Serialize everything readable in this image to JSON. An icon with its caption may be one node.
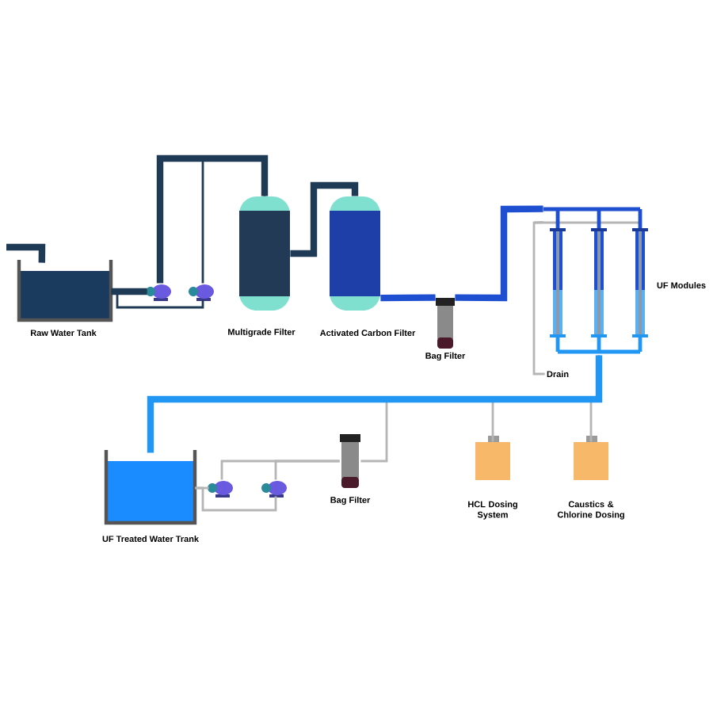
{
  "diagram": {
    "nodes": [
      {
        "text": [
          "Raw Water Tank"
        ]
      },
      {
        "text": [],
        "shape": "pump"
      },
      {
        "text": [],
        "shape": "pump"
      },
      {
        "text": [
          "Multigrade Filter"
        ]
      },
      {
        "text": [
          "Activated Carbon Filter"
        ]
      },
      {
        "text": [
          "Bag Filter"
        ]
      },
      {
        "text": [
          "UF Modules"
        ]
      },
      {
        "text": [
          "Drain"
        ]
      },
      {
        "text": [
          "UF Treated Water Trank"
        ]
      },
      {
        "text": [],
        "shape": "pump"
      },
      {
        "text": [],
        "shape": "pump"
      },
      {
        "text": [
          "Bag Filter"
        ]
      },
      {
        "text": [
          "HCL Dosing System"
        ]
      },
      {
        "text": [
          "Caustics & Chlorine Dosing"
        ]
      }
    ],
    "edges": [
      {
        "from": 6,
        "to": 7,
        "arrow": "none"
      },
      {
        "from": 8,
        "to": 9,
        "arrow": "none"
      },
      {
        "from": 8,
        "to": 10,
        "arrow": "none"
      },
      {
        "from": 9,
        "to": 11,
        "arrow": "none"
      },
      {
        "from": 10,
        "to": 11,
        "arrow": "none"
      },
      {
        "from": 11,
        "to": 6,
        "arrow": "none"
      },
      {
        "from": 12,
        "to": 6,
        "arrow": "none"
      },
      {
        "from": 13,
        "to": 6,
        "arrow": "none"
      },
      {
        "from": 6,
        "to": 8,
        "arrow": "none",
        "style": "thick",
        "color": "#2196f3"
      },
      {
        "from": null,
        "to": 0,
        "arrow": "none",
        "style": "thick",
        "color": "#1e3a55"
      },
      {
        "from": 0,
        "to": 1,
        "arrow": "none",
        "style": "thick",
        "color": "#1e3a55"
      },
      {
        "from": 0,
        "to": 2,
        "arrow": "none",
        "color": "#1e3a55"
      },
      {
        "from": 1,
        "to": 3,
        "arrow": "none",
        "style": "thick",
        "color": "#1e3a55"
      },
      {
        "from": 2,
        "to": 3,
        "arrow": "none",
        "color": "#1e3a55"
      },
      {
        "from": 3,
        "to": 4,
        "arrow": "none",
        "style": "thick",
        "color": "#1e3a55"
      },
      {
        "from": 4,
        "to": 5,
        "arrow": "none",
        "style": "thick",
        "color": "#1f4fd1"
      },
      {
        "from": 5,
        "to": 6,
        "arrow": "none",
        "style": "thick",
        "color": "#1f4fd1"
      }
    ]
  }
}
